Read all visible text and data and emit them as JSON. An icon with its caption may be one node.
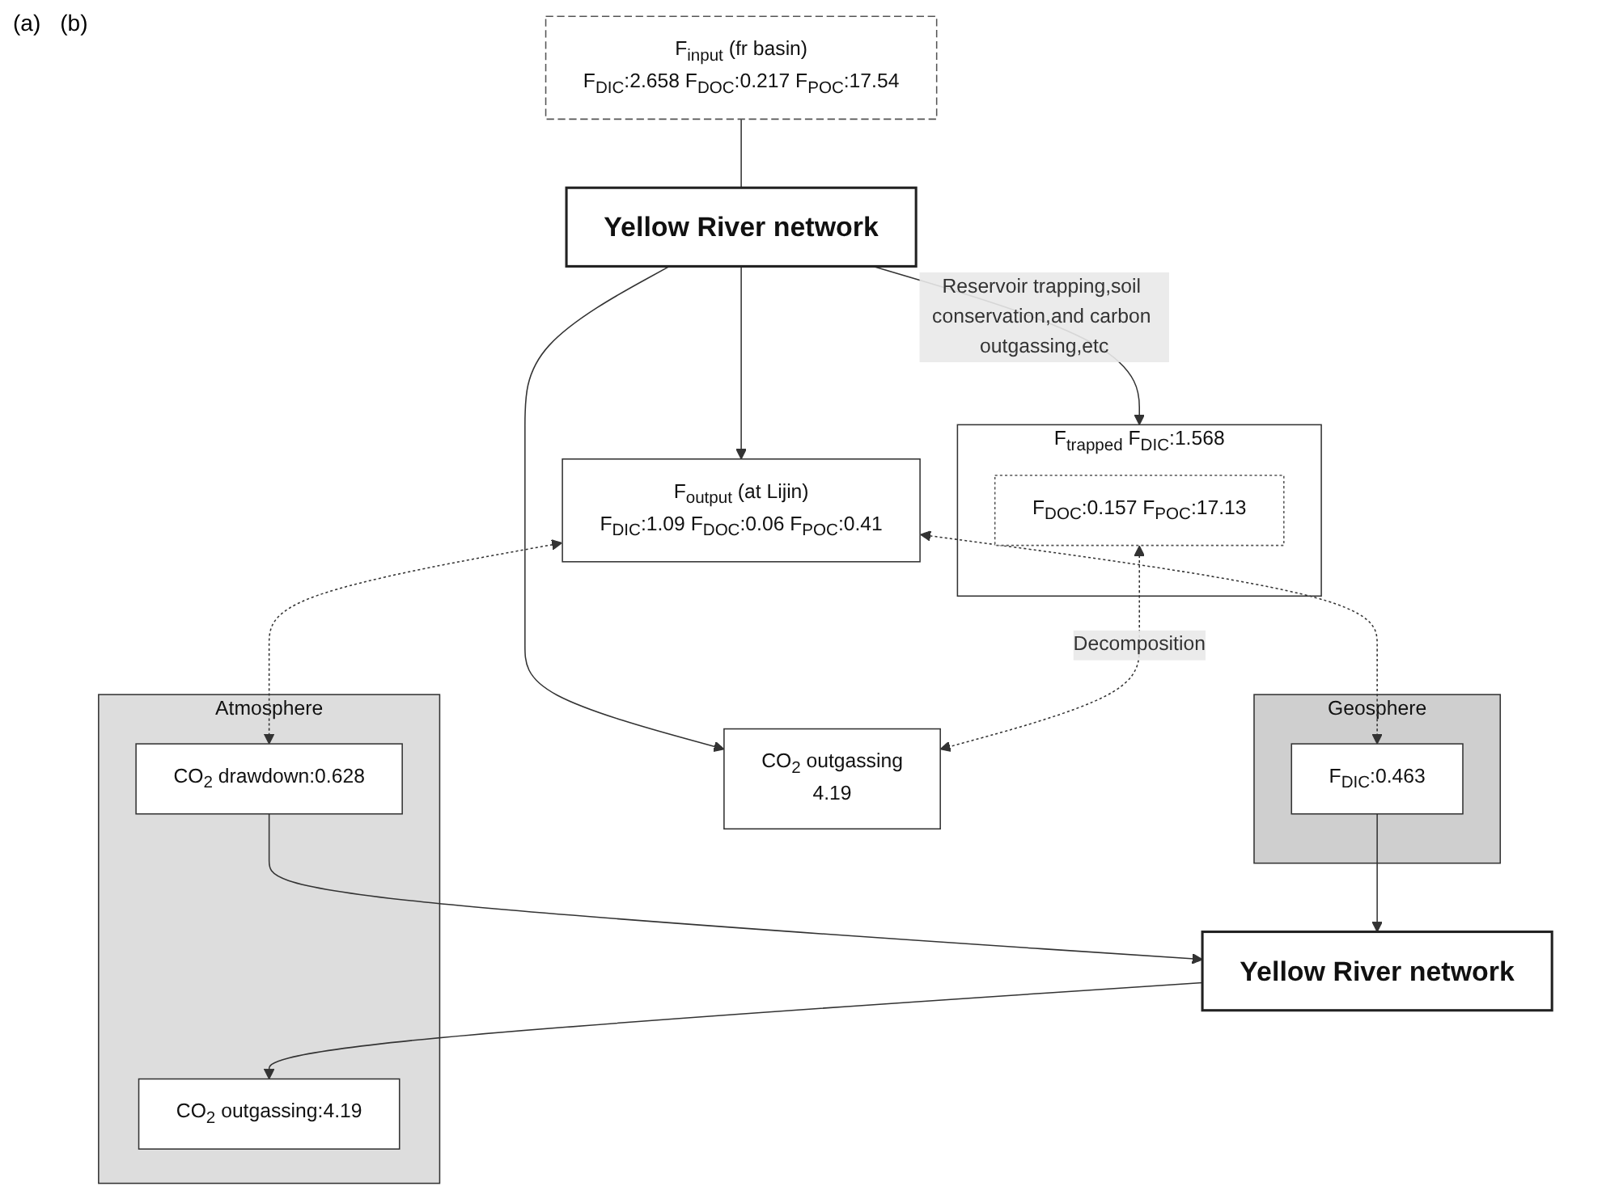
{
  "diagram": {
    "nodes": [
      {
        "text": [
          "F$_{input}$ (fr basin)",
          "F$_{DIC}$:2.658 F$_{DOC}$:0.217 F$_{POC}$:17.54"
        ]
      },
      {
        "text": [
          "CO$_{2}$ outgassing",
          "4.19"
        ]
      },
      {
        "text": [
          "Yellow River network"
        ]
      },
      {
        "text": [
          "F$_{output}$ (at Lijin)",
          "F$_{DIC}$:1.09 F$_{DOC}$:0.06 F$_{POC}$:0.41"
        ]
      },
      {
        "text": [
          "F$_{trapped}$",
          "F$_{DIC}$:1.568"
        ]
      },
      {
        "text": [
          "F$_{DOC}$:0.157 F$_{POC}$:17.13"
        ],
        "in": 4
      },
      {
        "text": [
          "Atmosphere"
        ]
      },
      {
        "text": [
          "CO$_{2}$ outgassing:4.19"
        ],
        "in": 6
      },
      {
        "text": [
          "CO$_{2}$ drawdown:0.628"
        ],
        "in": 6
      },
      {
        "text": [
          "Yellow River network"
        ]
      },
      {
        "text": [
          "Geosphere"
        ]
      },
      {
        "text": [
          "F$_{DIC}$:0.463"
        ],
        "in": 10
      }
    ],
    "edges": [
      {
        "from": 0,
        "to": 2,
        "arrow": "none"
      },
      {
        "from": 2,
        "to": 1,
        "arrow": "to"
      },
      {
        "from": 2,
        "to": 3,
        "arrow": "to"
      },
      {
        "from": 2,
        "to": 4,
        "arrow": "to",
        "label": "Reservoir trapping,soil conservation,and carbon outgassing,etc"
      },
      {
        "from": 5,
        "to": 1,
        "arrow": "both",
        "label": "Decomposition",
        "style": "dashed"
      },
      {
        "from": 3,
        "to": 8,
        "arrow": "both",
        "style": "dashed"
      },
      {
        "from": 3,
        "to": 11,
        "arrow": "both",
        "style": "dashed"
      },
      {
        "from": 9,
        "to": 7,
        "arrow": "to"
      },
      {
        "from": 8,
        "to": 9,
        "arrow": "to"
      },
      {
        "from": 11,
        "to": 9,
        "arrow": "to"
      }
    ],
    "labels": [
      "(a)",
      "(b)"
    ]
  }
}
